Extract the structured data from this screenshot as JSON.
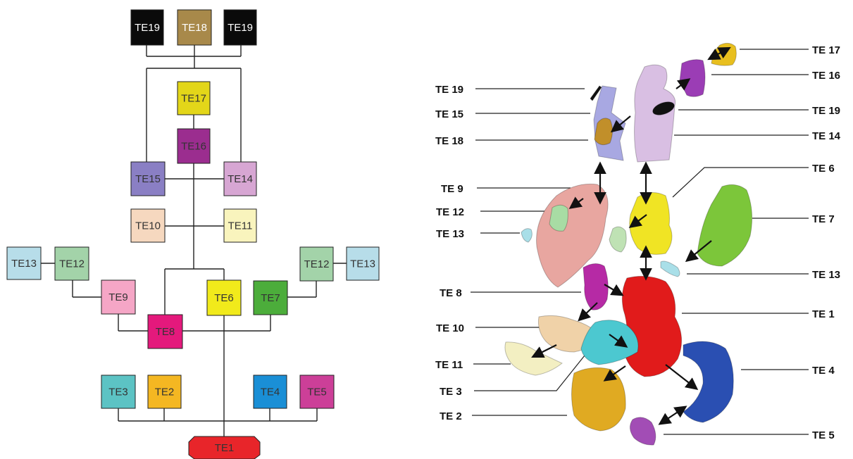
{
  "tree": {
    "nodes": [
      {
        "id": "top19a",
        "label": "TE19",
        "color": "#0a0a0a",
        "text": "#ffffff"
      },
      {
        "id": "top18",
        "label": "TE18",
        "color": "#a8894a",
        "text": "#ffffff"
      },
      {
        "id": "top19b",
        "label": "TE19",
        "color": "#0a0a0a",
        "text": "#ffffff"
      },
      {
        "id": "te17",
        "label": "TE17",
        "color": "#e3d619",
        "text": "#333333"
      },
      {
        "id": "te16",
        "label": "TE16",
        "color": "#9b2d8f",
        "text": "#333333"
      },
      {
        "id": "te15",
        "label": "TE15",
        "color": "#8a7fc4",
        "text": "#333333"
      },
      {
        "id": "te14",
        "label": "TE14",
        "color": "#d7a6d3",
        "text": "#333333"
      },
      {
        "id": "te10",
        "label": "TE10",
        "color": "#f6d8bf",
        "text": "#333333"
      },
      {
        "id": "te11",
        "label": "TE11",
        "color": "#f9f4bd",
        "text": "#333333"
      },
      {
        "id": "te13a",
        "label": "TE13",
        "color": "#b7dde9",
        "text": "#333333"
      },
      {
        "id": "te12a",
        "label": "TE12",
        "color": "#a3d3a9",
        "text": "#333333"
      },
      {
        "id": "te12b",
        "label": "TE12",
        "color": "#a3d3a9",
        "text": "#333333"
      },
      {
        "id": "te13b",
        "label": "TE13",
        "color": "#b7dde9",
        "text": "#333333"
      },
      {
        "id": "te9",
        "label": "TE9",
        "color": "#f5a6c6",
        "text": "#333333"
      },
      {
        "id": "te6",
        "label": "TE6",
        "color": "#f1ea1b",
        "text": "#333333"
      },
      {
        "id": "te7",
        "label": "TE7",
        "color": "#4cad3b",
        "text": "#333333"
      },
      {
        "id": "te8",
        "label": "TE8",
        "color": "#e4197c",
        "text": "#333333"
      },
      {
        "id": "te3",
        "label": "TE3",
        "color": "#5cc3c4",
        "text": "#333333"
      },
      {
        "id": "te2",
        "label": "TE2",
        "color": "#f4b722",
        "text": "#333333"
      },
      {
        "id": "te4",
        "label": "TE4",
        "color": "#1a8fd6",
        "text": "#333333"
      },
      {
        "id": "te5",
        "label": "TE5",
        "color": "#cc3f98",
        "text": "#333333"
      },
      {
        "id": "te1",
        "label": "TE1",
        "color": "#e8252a",
        "text": "#333333"
      }
    ]
  },
  "callouts": {
    "left": [
      "TE 19",
      "TE 15",
      "TE 18",
      "TE 9",
      "TE 12",
      "TE 13",
      "TE 8",
      "TE 10",
      "TE 11",
      "TE 3",
      "TE 2"
    ],
    "right": [
      "TE 17",
      "TE 16",
      "TE 19",
      "TE 14",
      "TE 6",
      "TE 7",
      "TE 13",
      "TE 1",
      "TE 4",
      "TE 5"
    ]
  },
  "fragments": {
    "te19": "#111111",
    "te15": "#a8a8e2",
    "te18": "#c18f2a",
    "te17": "#e8bf1f",
    "te16": "#9b3db5",
    "te14": "#d9bfe3",
    "te9": "#e8a6a0",
    "te12": "#a8dca4",
    "te13": "#a9dfe8",
    "te6": "#f0e424",
    "te7": "#7cc63a",
    "te8": "#b62aa5",
    "te1": "#e11b1b",
    "te10": "#f0d2a8",
    "te11": "#f3efc2",
    "te3": "#4cc8d0",
    "te2": "#e0aa22",
    "te4": "#2a4fb2",
    "te5": "#a24db5",
    "te12b": "#bfe2b4"
  }
}
